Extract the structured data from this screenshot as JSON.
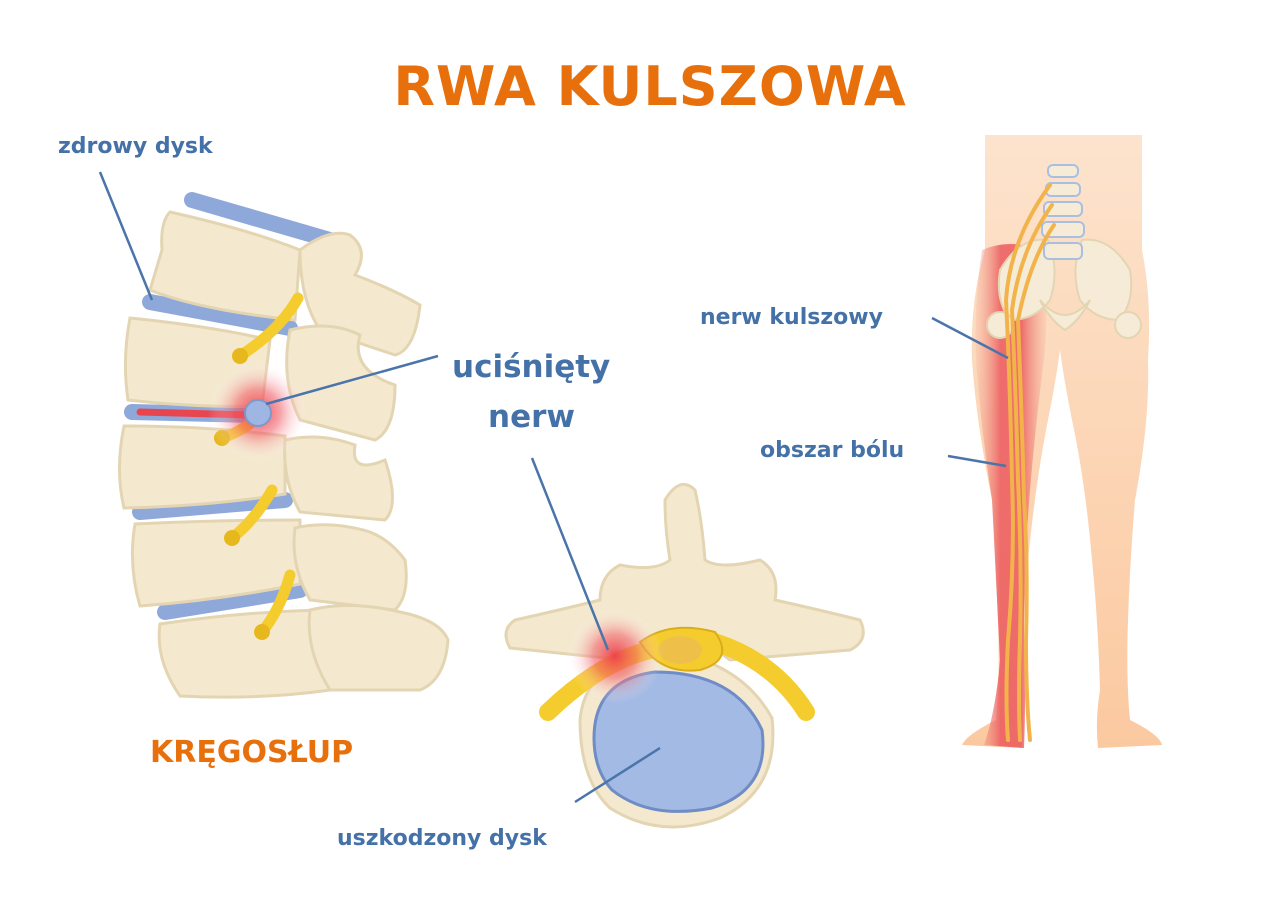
{
  "title": "RWA KULSZOWA",
  "labels": {
    "healthy_disc": "zdrowy dysk",
    "pinched_nerve_line1": "uciśnięty",
    "pinched_nerve_line2": "nerw",
    "sciatic_nerve": "nerw kulszowy",
    "pain_area": "obszar bólu",
    "spine": "KRĘGOSŁUP",
    "damaged_disc": "uszkodzony dysk"
  },
  "colors": {
    "title": "#e8700c",
    "label": "#4472a8",
    "bone": "#f4e9cf",
    "bone_shadow": "#e4d5b2",
    "disc": "#8fa8da",
    "nerve": "#f5cc2e",
    "skin": "#fbc9a0",
    "pain": "#ec4d52"
  }
}
